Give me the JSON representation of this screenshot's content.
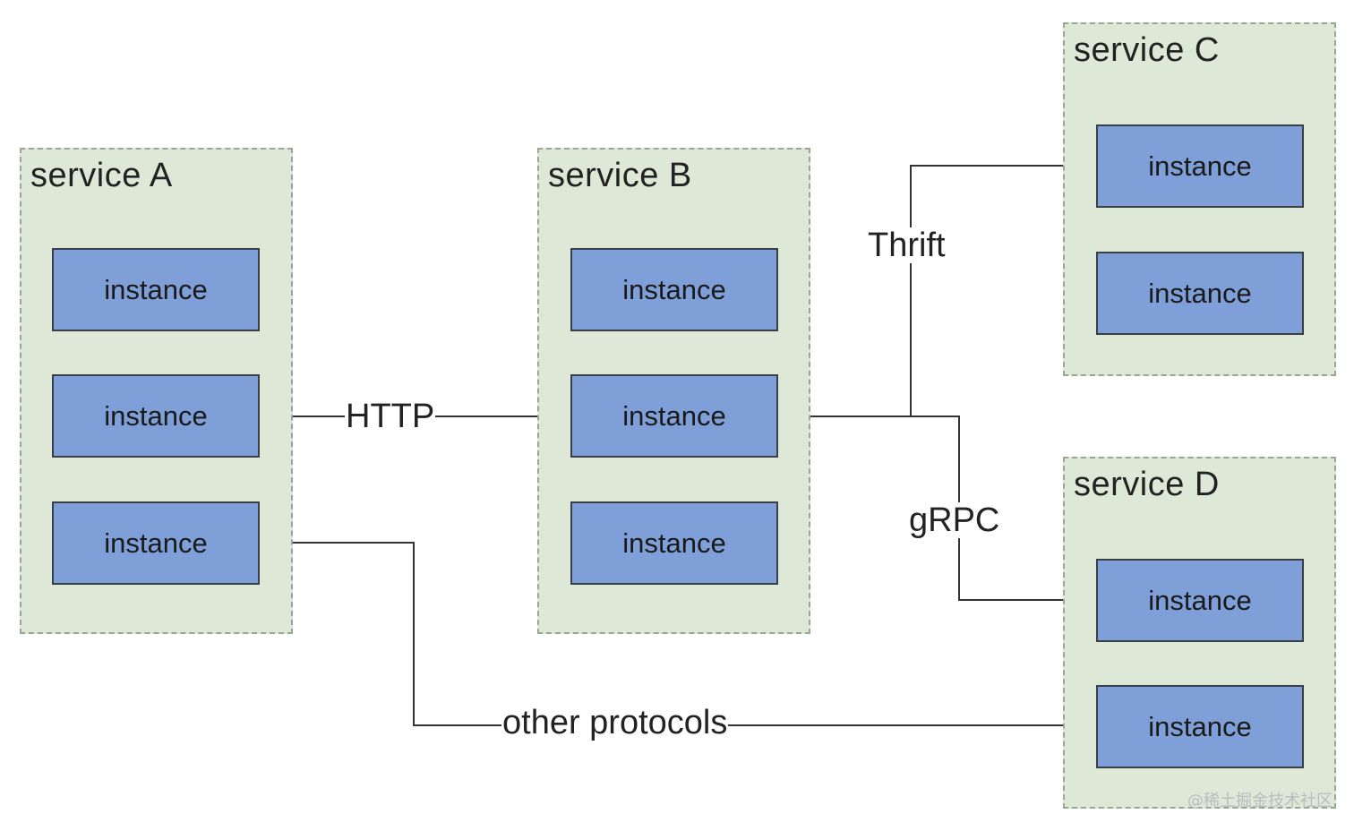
{
  "services": {
    "a": {
      "title": "service A",
      "instances": [
        "instance",
        "instance",
        "instance"
      ]
    },
    "b": {
      "title": "service B",
      "instances": [
        "instance",
        "instance",
        "instance"
      ]
    },
    "c": {
      "title": "service C",
      "instances": [
        "instance",
        "instance"
      ]
    },
    "d": {
      "title": "service D",
      "instances": [
        "instance",
        "instance"
      ]
    }
  },
  "edges": {
    "http": "HTTP",
    "thrift": "Thrift",
    "grpc": "gRPC",
    "other": "other protocols"
  },
  "watermark": "@稀土掘金技术社区",
  "colors": {
    "group_fill": "#dde9d6",
    "group_border": "#9aa594",
    "instance_fill": "#7f9fd8",
    "instance_border": "#3a3f47",
    "connector": "#333333"
  }
}
